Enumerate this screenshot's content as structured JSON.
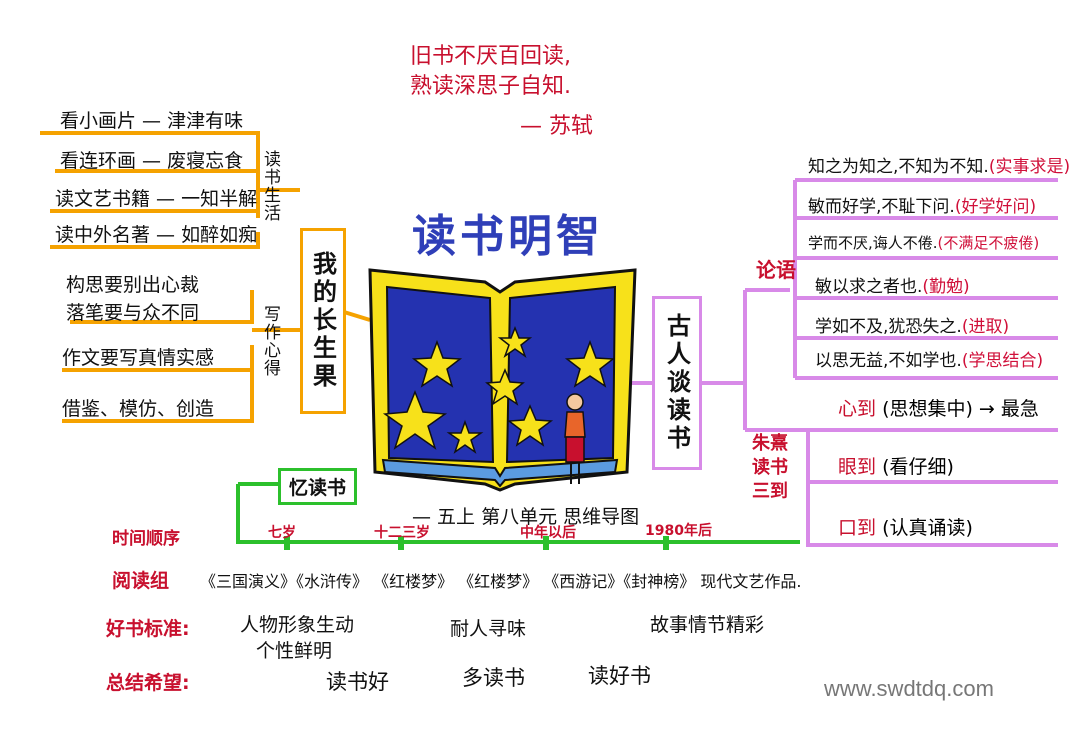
{
  "poem": {
    "line1": "旧书不厌百回读,",
    "line2": "熟读深思子自知.",
    "author": "— 苏轼"
  },
  "title": "读书明智",
  "subtitle": "— 五上 第八单元 思维导图",
  "left_branch": {
    "center": "我的长生果",
    "group1_label": "读书生活",
    "group1_items": [
      "看小画片 — 津津有味",
      "看连环画 — 废寝忘食",
      "读文艺书籍 — 一知半解",
      "读中外名著 — 如醉如痴"
    ],
    "group2_label": "写作心得",
    "group2_items": [
      "构思要别出心裁",
      "落笔要与众不同",
      "作文要写真情实感",
      "借鉴、模仿、创造"
    ]
  },
  "right_branch": {
    "center": "古人谈读书",
    "lunyu_label": "论语",
    "lunyu_items": [
      {
        "text": "知之为知之,不知为不知.",
        "tag": "(实事求是)"
      },
      {
        "text": "敏而好学,不耻下问.",
        "tag": "(好学好问)"
      },
      {
        "text": "学而不厌,诲人不倦.",
        "tag": "(不满足不疲倦)"
      },
      {
        "text": "敏以求之者也.",
        "tag": "(勤勉)"
      },
      {
        "text": "学如不及,犹恐失之.",
        "tag": "(进取)"
      },
      {
        "text": "以思无益,不如学也.",
        "tag": "(学思结合)"
      }
    ],
    "zhuxi_label": "朱熹读书三到",
    "zhuxi_items": [
      {
        "key": "心到",
        "desc": "(思想集中) → 最急"
      },
      {
        "key": "眼到",
        "desc": "(看仔细)"
      },
      {
        "key": "口到",
        "desc": "(认真诵读)"
      }
    ]
  },
  "bottom": {
    "memory_label": "忆读书",
    "timeline_label": "时间顺序",
    "ticks": [
      "七岁",
      "十二三岁",
      "中年以后",
      "1980年后"
    ],
    "reading_label": "阅读组",
    "reading_text": "《三国演义》《水浒传》 《红楼梦》 《红楼梦》 《西游记》《封神榜》 现代文艺作品.",
    "standard_label": "好书标准:",
    "standard_items": [
      "人物形象生动",
      "个性鲜明",
      "耐人寻味",
      "故事情节精彩"
    ],
    "summary_label": "总结希望:",
    "summary_items": [
      "读书好",
      "多读书",
      "读好书"
    ]
  },
  "watermark": "www.swdtdq.com",
  "colors": {
    "orange": "#f5a200",
    "purple": "#d88ae8",
    "green": "#2cc02c",
    "blue": "#2f3fb8",
    "red": "#c8102e",
    "star": "#f7e11a"
  }
}
